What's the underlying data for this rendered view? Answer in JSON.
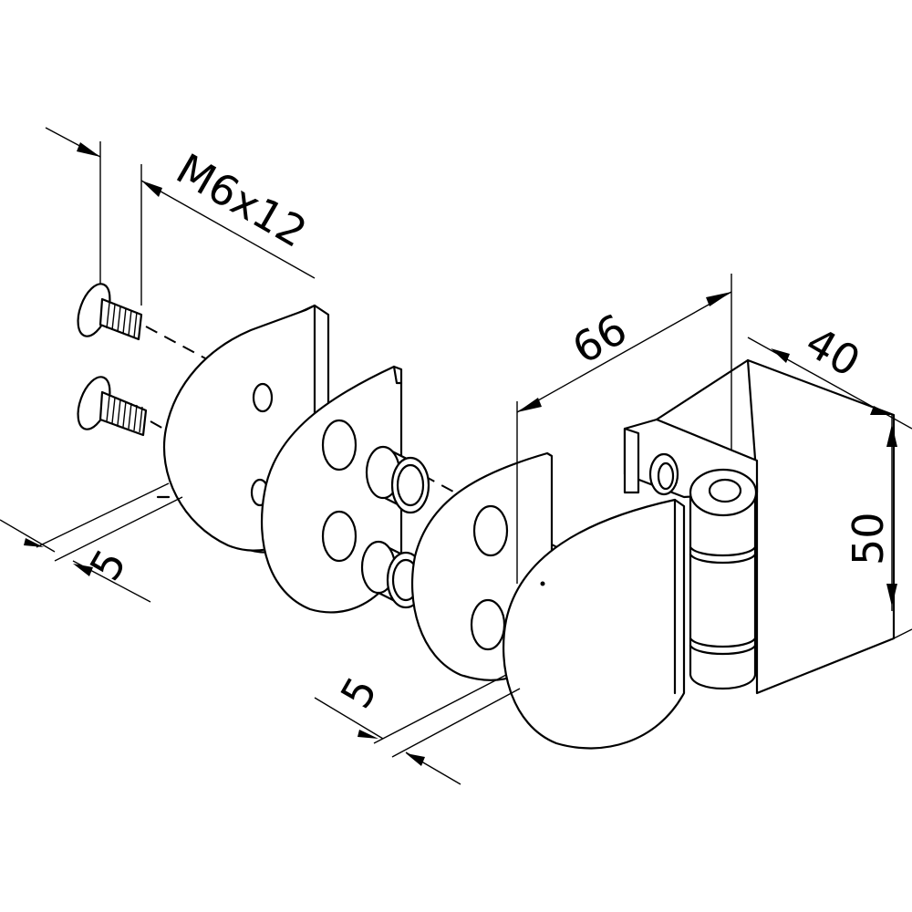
{
  "dimensions": {
    "screw": "M6x12",
    "length": "66",
    "depth": "40",
    "height": "50",
    "glass_left": "5",
    "glass_right": "5"
  }
}
